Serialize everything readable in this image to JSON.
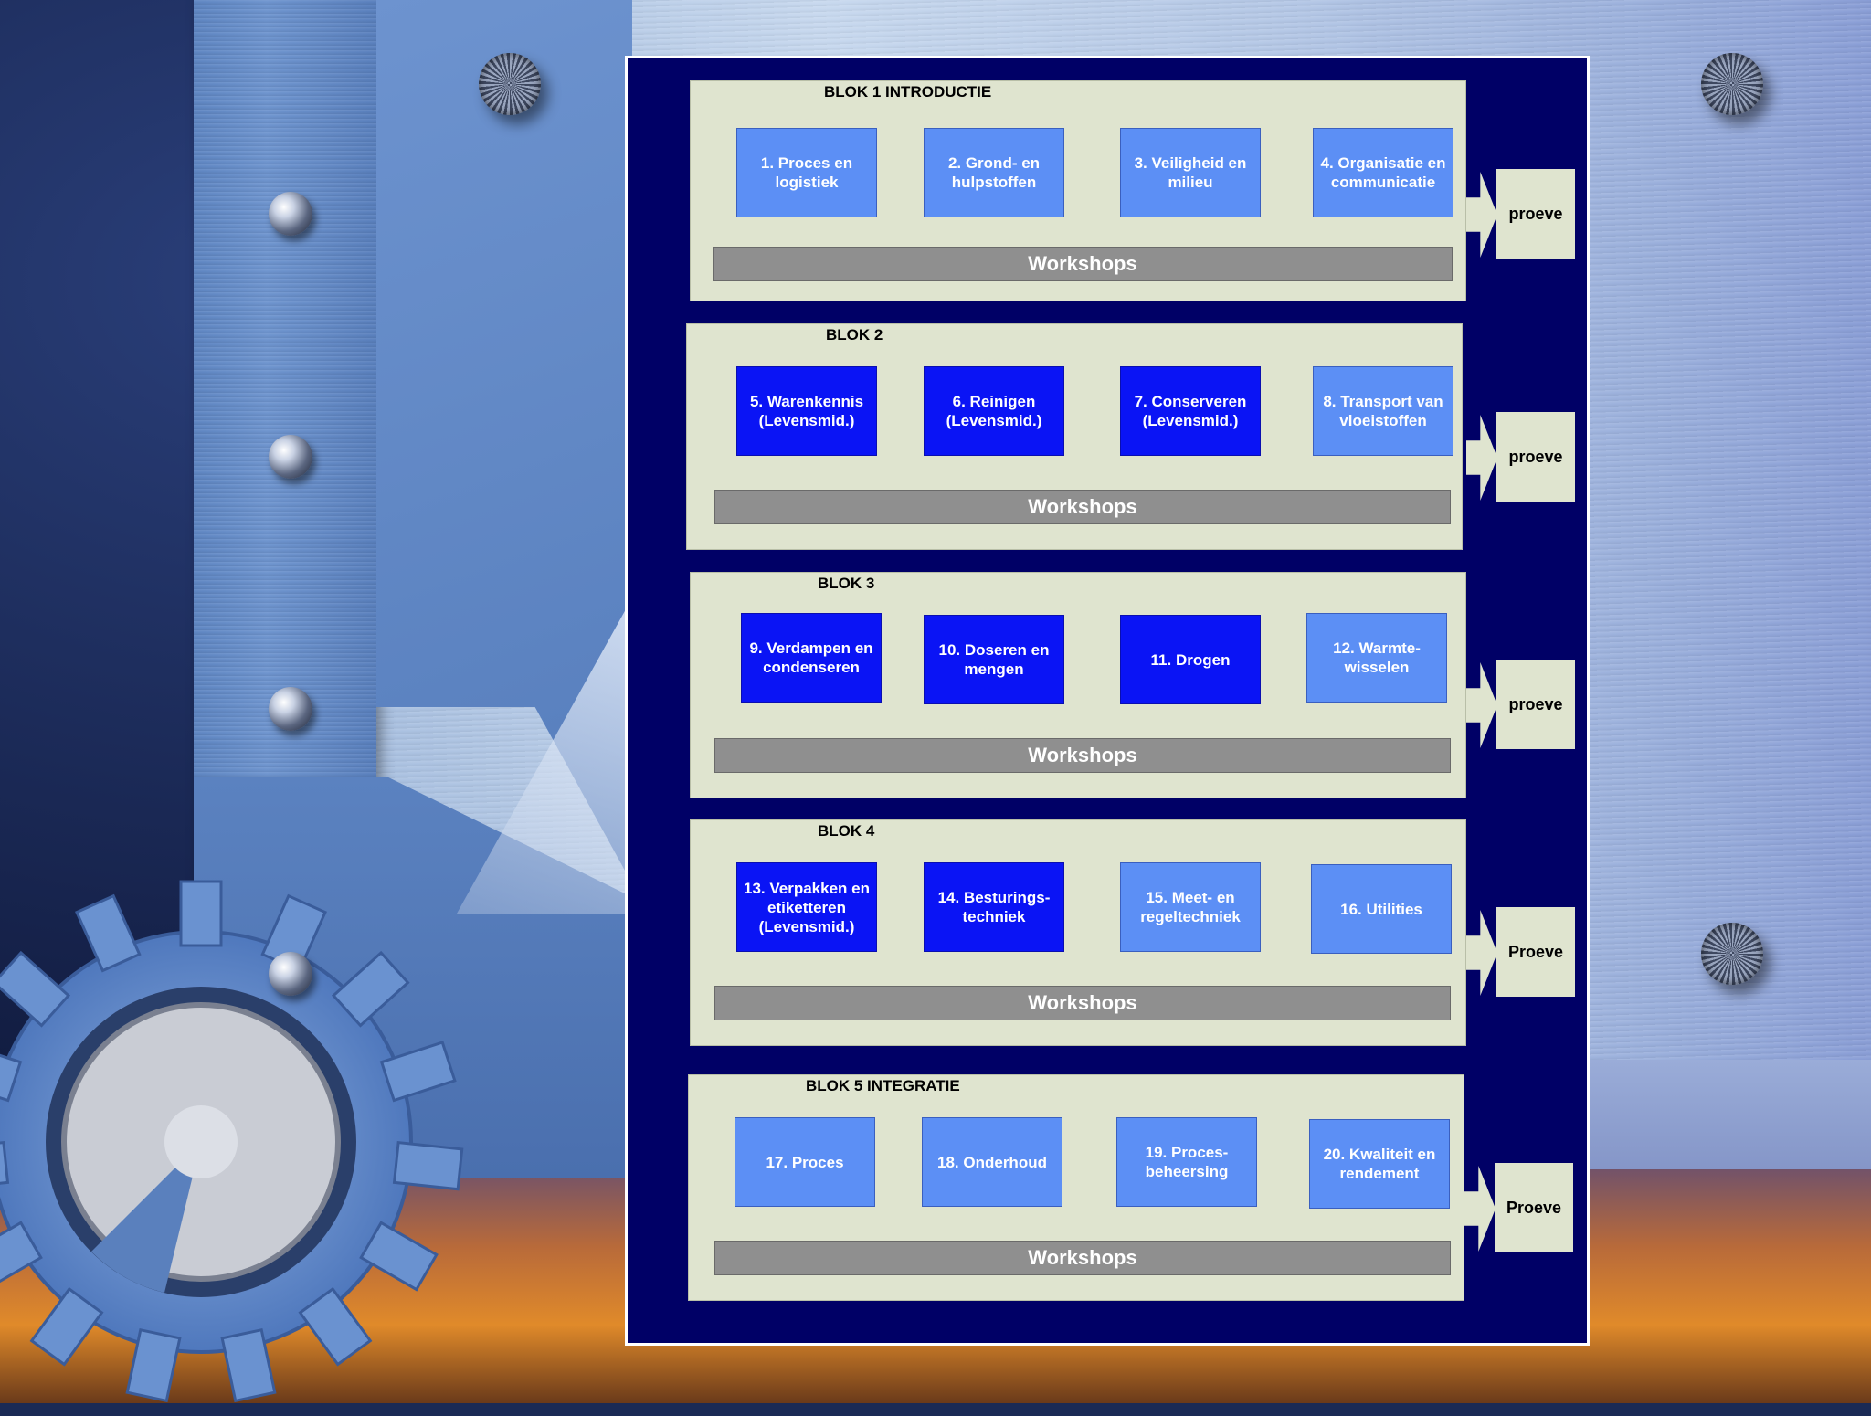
{
  "blocks": [
    {
      "title": "BLOK 1 INTRODUCTIE",
      "modules": [
        {
          "label": "1. Proces en logistiek",
          "style": "light"
        },
        {
          "label": "2. Grond- en hulpstoffen",
          "style": "light"
        },
        {
          "label": "3. Veiligheid en milieu",
          "style": "light"
        },
        {
          "label": "4. Organisatie en communicatie",
          "style": "light"
        }
      ],
      "workshops": "Workshops",
      "proeve": "proeve"
    },
    {
      "title": "BLOK 2",
      "modules": [
        {
          "label": "5. Warenkennis (Levensmid.)",
          "style": "dark"
        },
        {
          "label": "6. Reinigen (Levensmid.)",
          "style": "dark"
        },
        {
          "label": "7. Conserveren (Levensmid.)",
          "style": "dark"
        },
        {
          "label": "8. Transport van vloeistoffen",
          "style": "light"
        }
      ],
      "workshops": "Workshops",
      "proeve": "proeve"
    },
    {
      "title": "BLOK 3",
      "modules": [
        {
          "label": "9. Verdampen en condenseren",
          "style": "dark"
        },
        {
          "label": "10. Doseren en mengen",
          "style": "dark"
        },
        {
          "label": "11. Drogen",
          "style": "dark"
        },
        {
          "label": "12. Warmte-wisselen",
          "style": "light"
        }
      ],
      "workshops": "Workshops",
      "proeve": "proeve"
    },
    {
      "title": "BLOK 4",
      "modules": [
        {
          "label": "13. Verpakken en etiketteren (Levensmid.)",
          "style": "dark"
        },
        {
          "label": "14. Besturings-techniek",
          "style": "dark"
        },
        {
          "label": "15. Meet- en regeltechniek",
          "style": "light"
        },
        {
          "label": "16. Utilities",
          "style": "light"
        }
      ],
      "workshops": "Workshops",
      "proeve": "Proeve"
    },
    {
      "title": "BLOK 5 INTEGRATIE",
      "modules": [
        {
          "label": "17. Proces",
          "style": "light"
        },
        {
          "label": "18. Onderhoud",
          "style": "light"
        },
        {
          "label": "19. Proces-beheersing",
          "style": "light"
        },
        {
          "label": "20. Kwaliteit en rendement",
          "style": "light"
        }
      ],
      "workshops": "Workshops",
      "proeve": "Proeve"
    }
  ],
  "colors": {
    "module_light": "#5c8ff5",
    "module_dark": "#0a14f5",
    "block_bg": "#dfe4cf",
    "diagram_bg": "#000066",
    "workshops_bg": "#8f8f8f"
  }
}
